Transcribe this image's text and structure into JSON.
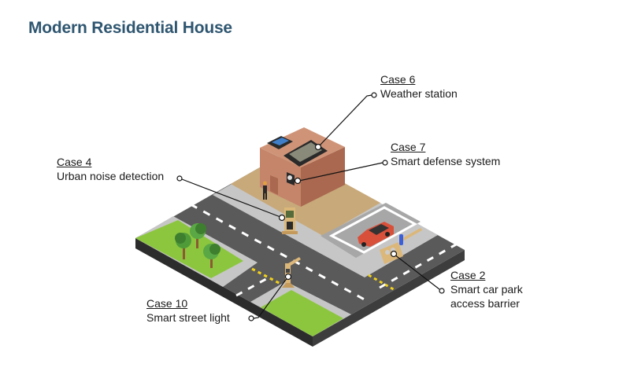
{
  "title": "Modern Residential House",
  "colors": {
    "title": "#2f5670",
    "road": "#5a5a5a",
    "sidewalk": "#c6c6c6",
    "grass": "#8cc63f",
    "lot": "#c8a97a",
    "house_left": "#c4856a",
    "house_right": "#a9684f",
    "house_top": "#cf9478",
    "car": "#d9503a"
  },
  "callouts": [
    {
      "case": "Case 6",
      "lines": [
        "Weather station"
      ]
    },
    {
      "case": "Case 7",
      "lines": [
        "Smart defense system"
      ]
    },
    {
      "case": "Case 4",
      "lines": [
        "Urban noise detection"
      ]
    },
    {
      "case": "Case 2",
      "lines": [
        "Smart car park",
        "access barrier"
      ]
    },
    {
      "case": "Case 10",
      "lines": [
        "Smart street light"
      ]
    }
  ]
}
